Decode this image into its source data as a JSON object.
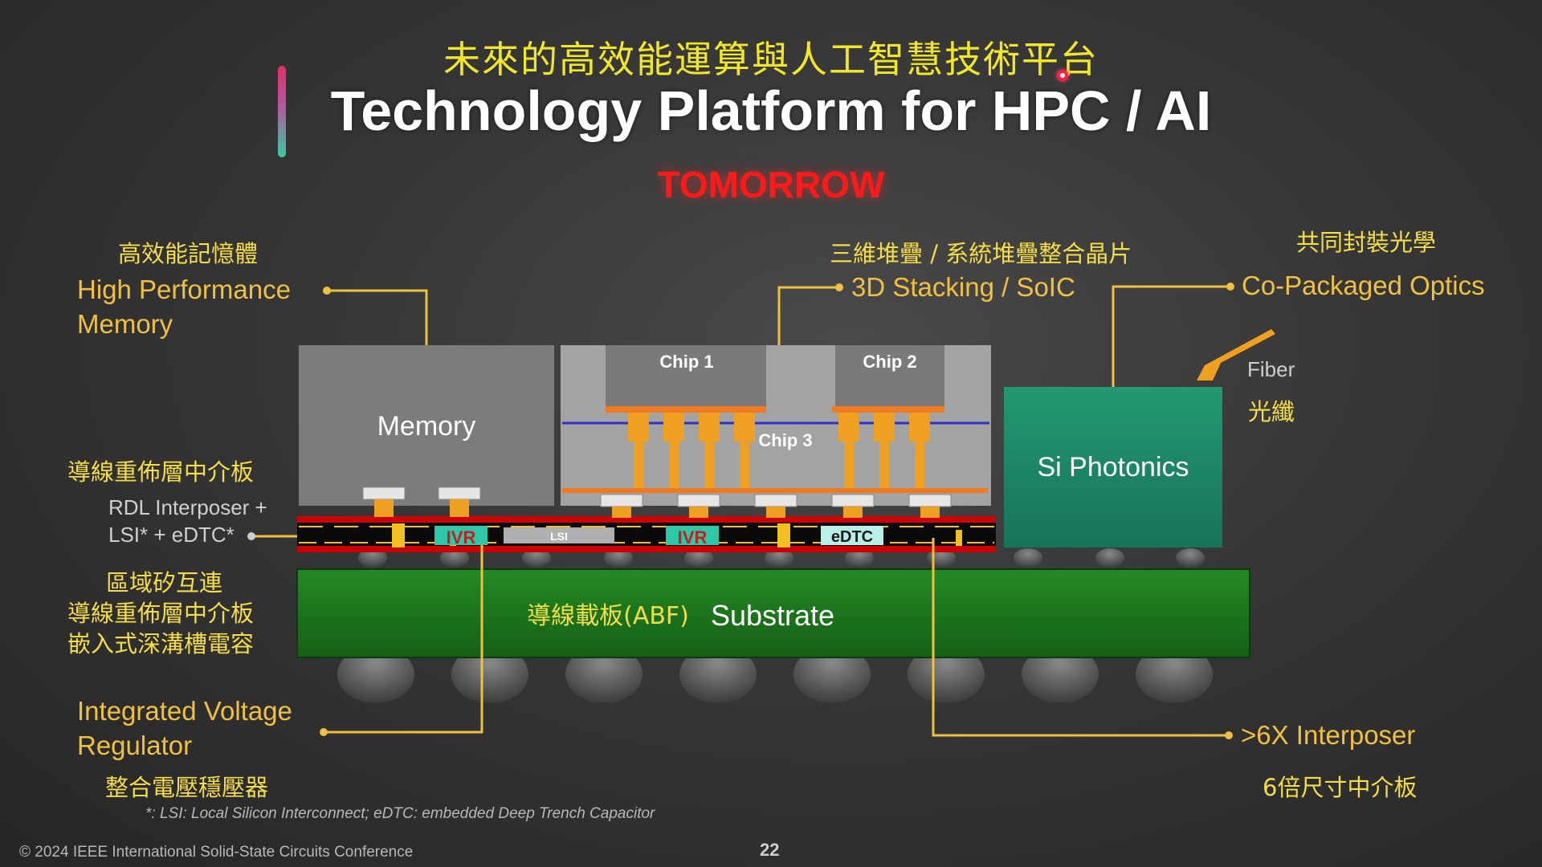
{
  "slide": {
    "title_cn": "未來的高效能運算與人工智慧技術平台",
    "title_en": "Technology Platform for HPC / AI",
    "subtitle": "TOMORROW",
    "page_number": "22",
    "footer": "© 2024 IEEE International Solid-State Circuits Conference",
    "footnote": "*: LSI: Local Silicon Interconnect; eDTC: embedded Deep Trench Capacitor"
  },
  "callouts": {
    "hpm_cn": "高效能記憶體",
    "hpm_en_line1": "High Performance",
    "hpm_en_line2": "Memory",
    "stack_cn": "三維堆疊 / 系統堆疊整合晶片",
    "stack_en": "3D Stacking / SoIC",
    "cpo_cn": "共同封裝光學",
    "cpo_en": "Co-Packaged Optics",
    "fiber_en": "Fiber",
    "fiber_cn": "光纖",
    "rdl_cn": "導線重佈層中介板",
    "rdl_en_line1": "RDL Interposer +",
    "rdl_en_line2": "LSI* + eDTC*",
    "lsi_cn": "區域矽互連",
    "rdl_cn2": "導線重佈層中介板",
    "edtc_cn": "嵌入式深溝槽電容",
    "ivr_en_line1": "Integrated Voltage",
    "ivr_en_line2": "Regulator",
    "ivr_cn": "整合電壓穩壓器",
    "interposer_en": ">6X Interposer",
    "interposer_cn": "6倍尺寸中介板"
  },
  "diagram": {
    "memory": "Memory",
    "chip1": "Chip 1",
    "chip2": "Chip 2",
    "chip3": "Chip 3",
    "si_photonics": "Si Photonics",
    "ivr1": "IVR",
    "ivr2": "IVR",
    "lsi": "LSI",
    "edtc": "eDTC",
    "substrate_cn": "導線載板(ABF)",
    "substrate_en": "Substrate"
  },
  "colors": {
    "accent_yellow": "#f0c040",
    "title_yellow": "#f2e629",
    "tomorrow_red": "#ff1a1a",
    "substrate_green": "#1f7a1f",
    "photonics_teal": "#1f8a68",
    "interposer_red": "#cc0000",
    "bump_orange": "#f0a020"
  }
}
